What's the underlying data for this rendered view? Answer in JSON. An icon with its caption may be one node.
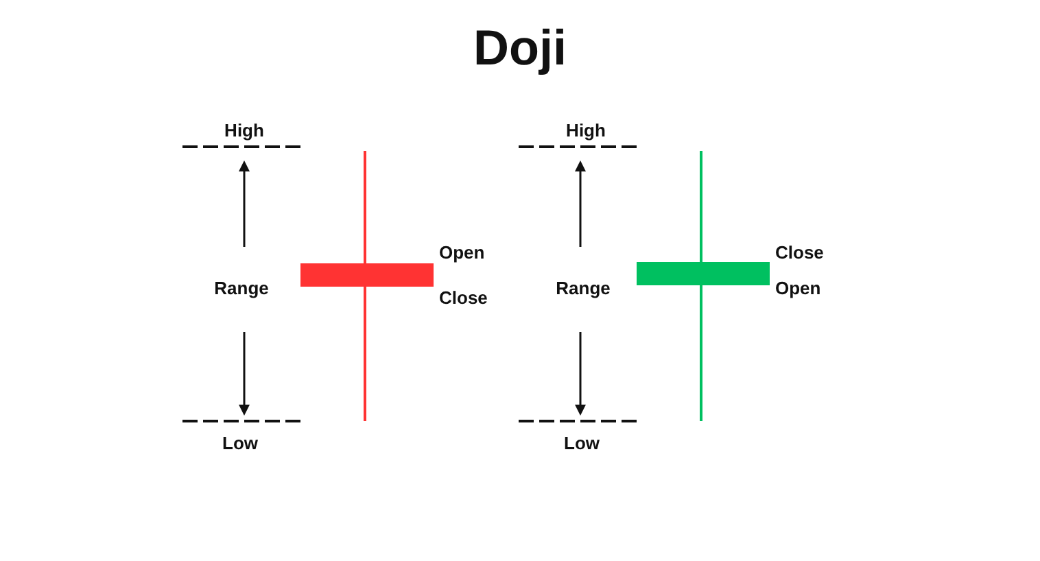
{
  "diagram": {
    "title": "Doji",
    "labels": [
      "High",
      "Range",
      "Low",
      "Open",
      "Close",
      "High",
      "Range",
      "Low",
      "Close",
      "Open"
    ]
  }
}
